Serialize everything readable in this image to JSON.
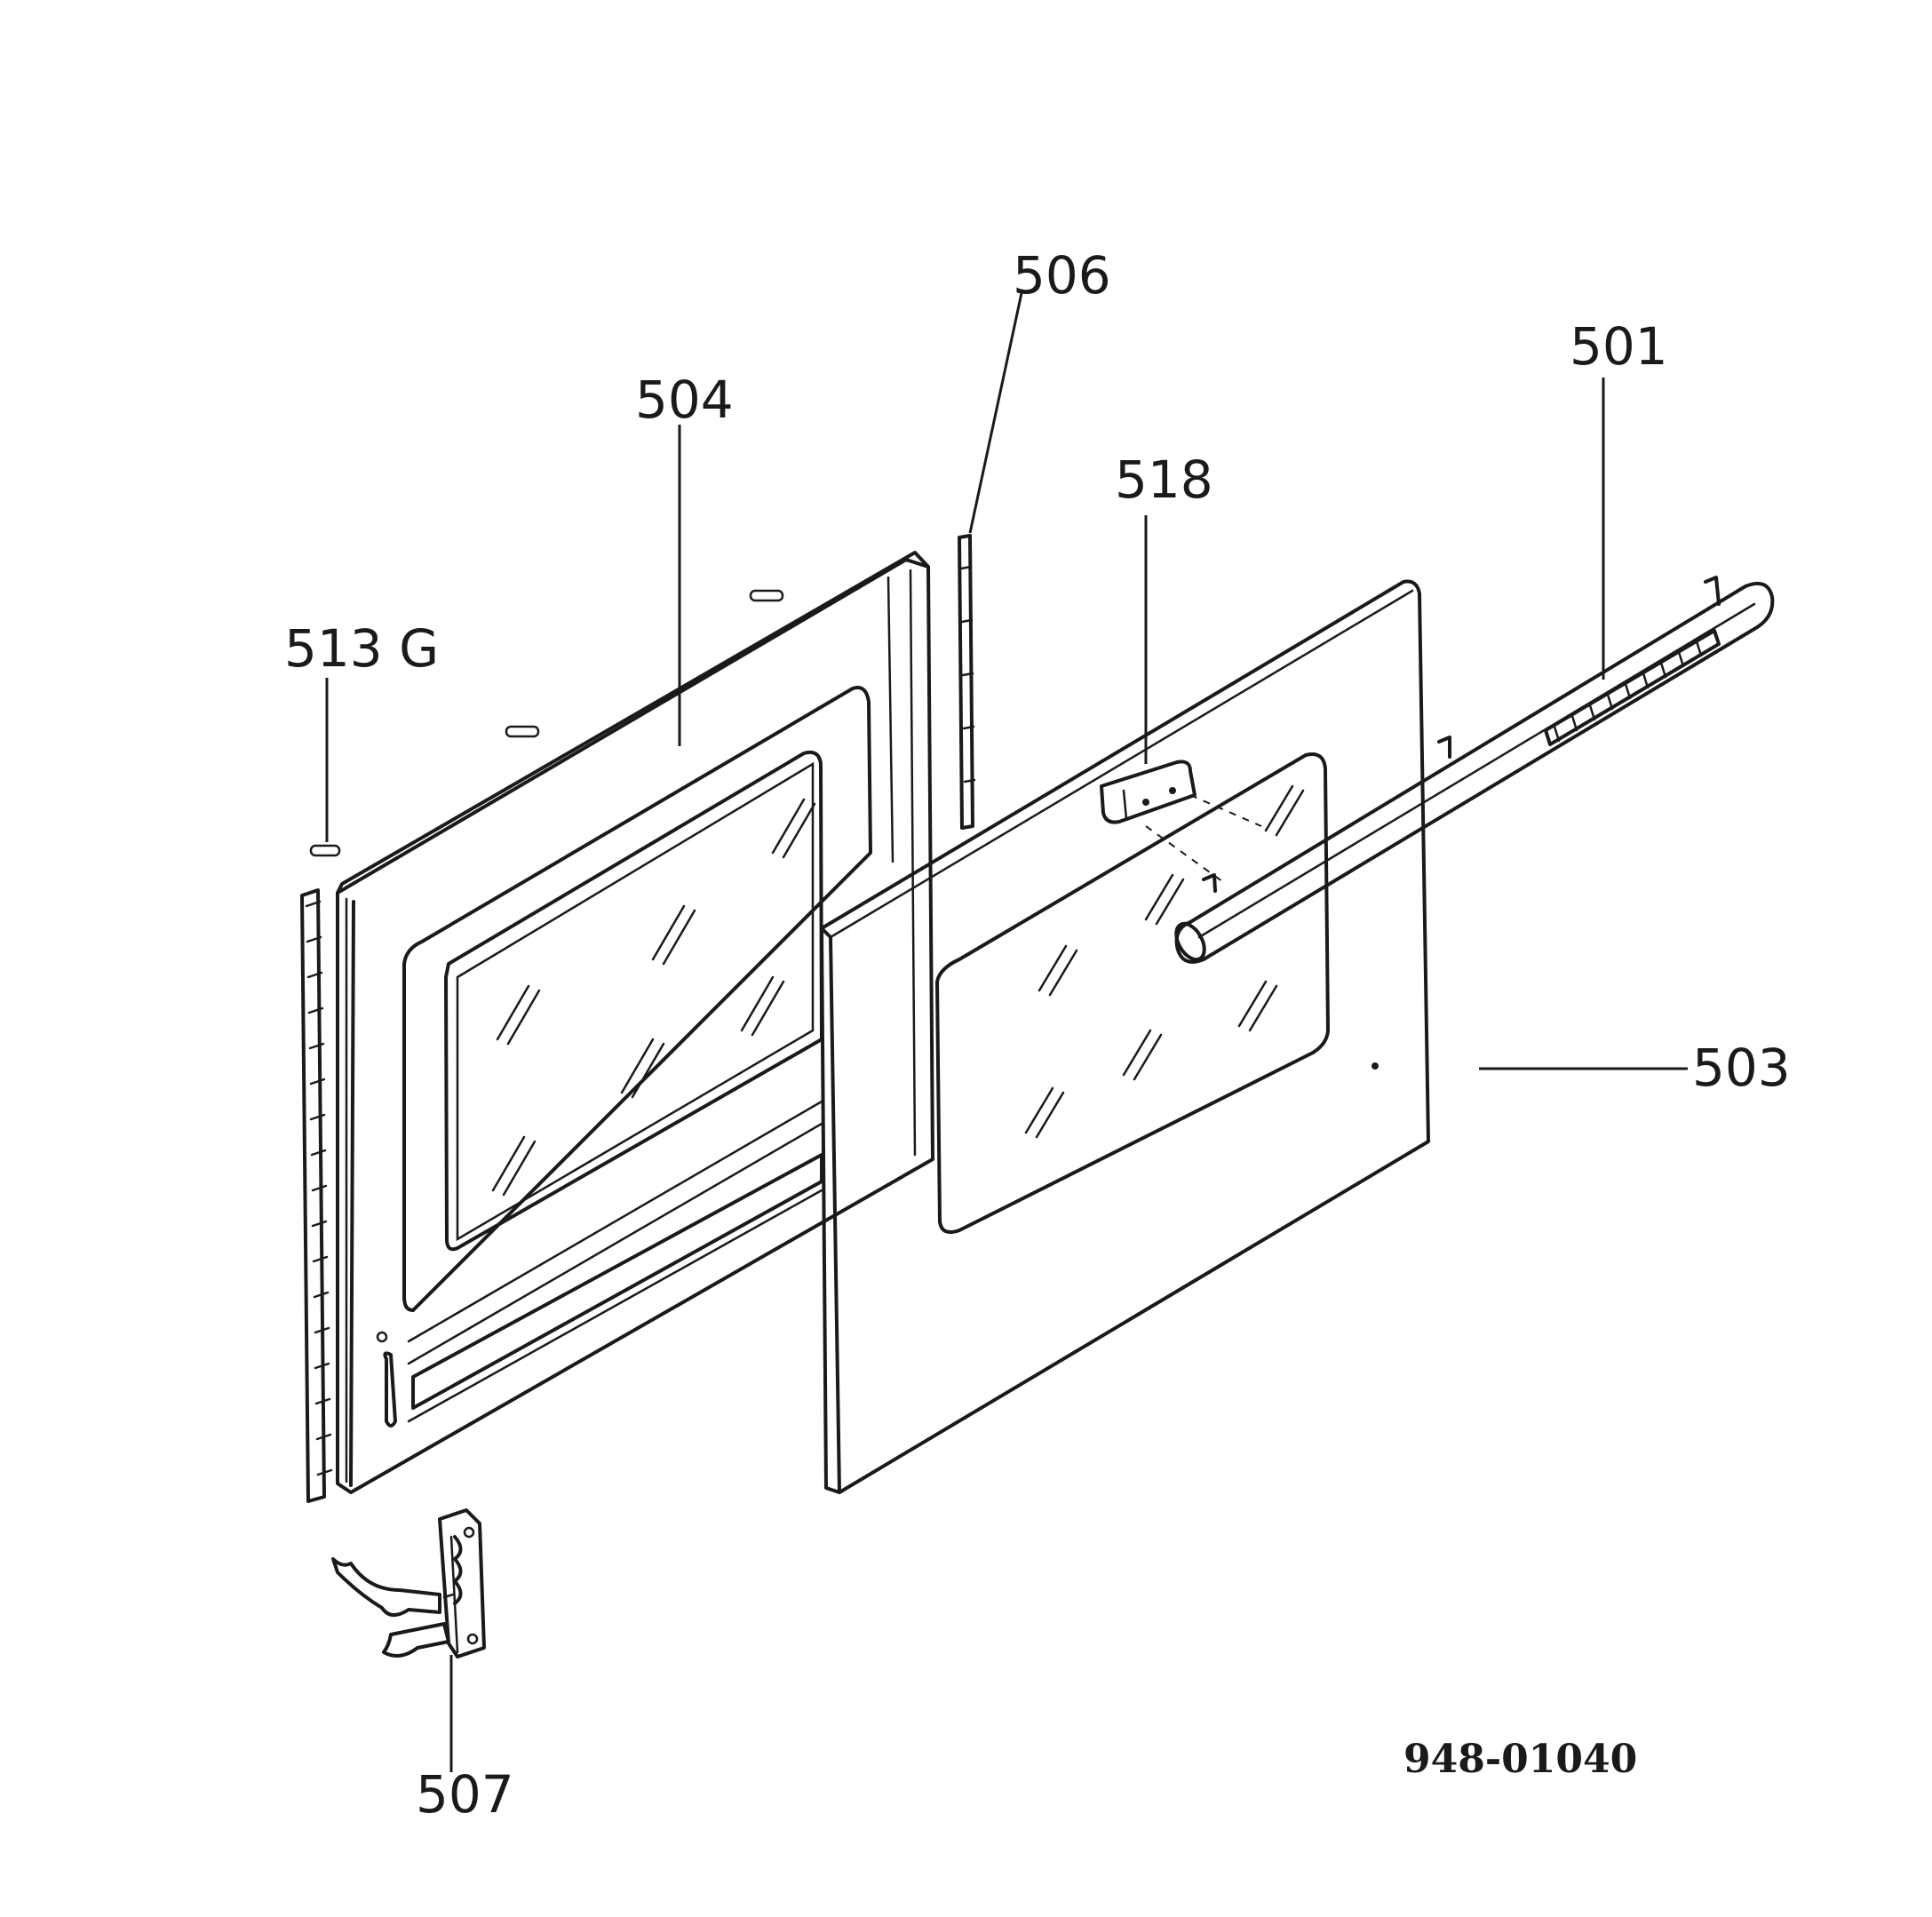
{
  "diagram": {
    "callouts": {
      "p506": "506",
      "p501": "501",
      "p504": "504",
      "p518": "518",
      "p513g": "513 G",
      "p503": "503",
      "p507": "507"
    },
    "document_number": "948-01040"
  }
}
